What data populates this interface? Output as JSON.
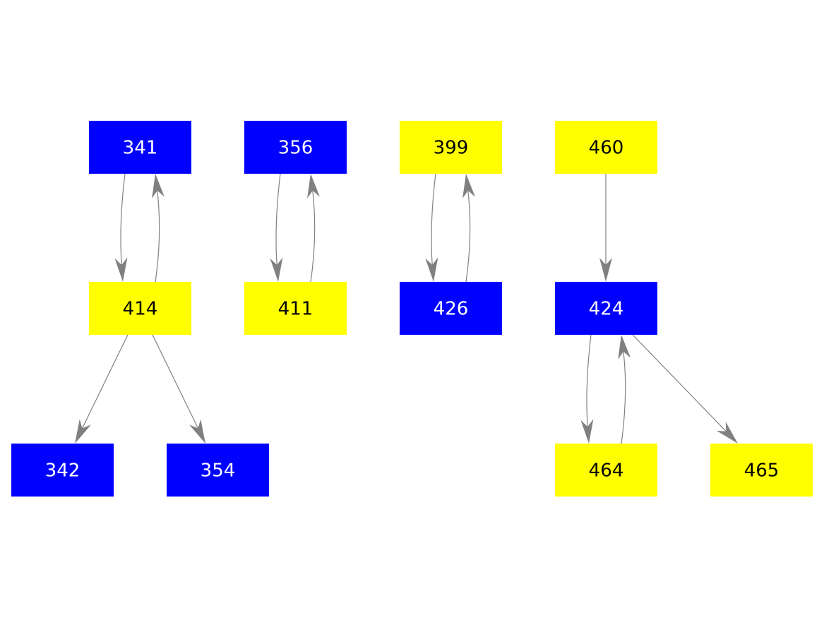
{
  "colors": {
    "blue": "#0000ff",
    "yellow": "#ffff00",
    "blue_text": "#ffffff",
    "yellow_text": "#000000",
    "edge": "#808080"
  },
  "nodes": [
    {
      "id": "341",
      "label": "341",
      "color": "blue"
    },
    {
      "id": "356",
      "label": "356",
      "color": "blue"
    },
    {
      "id": "399",
      "label": "399",
      "color": "yellow"
    },
    {
      "id": "460",
      "label": "460",
      "color": "yellow"
    },
    {
      "id": "414",
      "label": "414",
      "color": "yellow"
    },
    {
      "id": "411",
      "label": "411",
      "color": "yellow"
    },
    {
      "id": "426",
      "label": "426",
      "color": "blue"
    },
    {
      "id": "424",
      "label": "424",
      "color": "blue"
    },
    {
      "id": "342",
      "label": "342",
      "color": "blue"
    },
    {
      "id": "354",
      "label": "354",
      "color": "blue"
    },
    {
      "id": "464",
      "label": "464",
      "color": "yellow"
    },
    {
      "id": "465",
      "label": "465",
      "color": "yellow"
    }
  ],
  "edges": [
    {
      "from": "341",
      "to": "414"
    },
    {
      "from": "414",
      "to": "341"
    },
    {
      "from": "356",
      "to": "411"
    },
    {
      "from": "411",
      "to": "356"
    },
    {
      "from": "399",
      "to": "426"
    },
    {
      "from": "426",
      "to": "399"
    },
    {
      "from": "460",
      "to": "424"
    },
    {
      "from": "414",
      "to": "342"
    },
    {
      "from": "414",
      "to": "354"
    },
    {
      "from": "424",
      "to": "464"
    },
    {
      "from": "464",
      "to": "424"
    },
    {
      "from": "424",
      "to": "465"
    }
  ]
}
